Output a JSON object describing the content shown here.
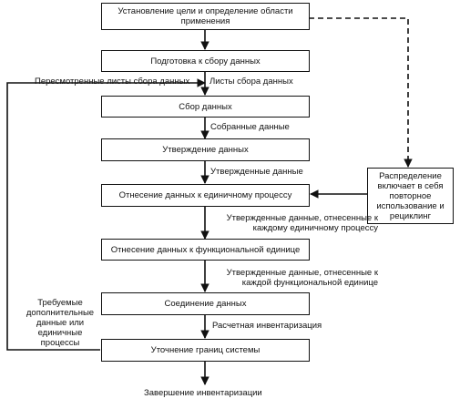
{
  "steps": {
    "goal": "Установление цели и определение области применения",
    "prep": "Подготовка к сбору данных",
    "collect": "Сбор данных",
    "validate": "Утверждение данных",
    "unit_process": "Отнесение данных к единичному процессу",
    "functional_unit": "Отнесение данных к функциональной единице",
    "merge": "Соединение данных",
    "boundaries": "Уточнение границ системы",
    "allocation": "Распределение включает в себя повторное использование и рециклинг"
  },
  "flows": {
    "revised_sheets": "Пересмотренные листы сбора данных",
    "sheets": "Листы сбора данных",
    "collected": "Собранные данные",
    "validated": "Утвержденные данные",
    "validated_unit": "Утвержденные данные, отнесенные к каждому единичному процессу",
    "validated_fu": "Утвержденные данные, отнесенные к каждой функциональной единице",
    "calculated": "Расчетная инвентаризация",
    "additional": "Требуемые дополнительные данные или единичные процессы",
    "complete": "Завершение инвентаризации"
  }
}
